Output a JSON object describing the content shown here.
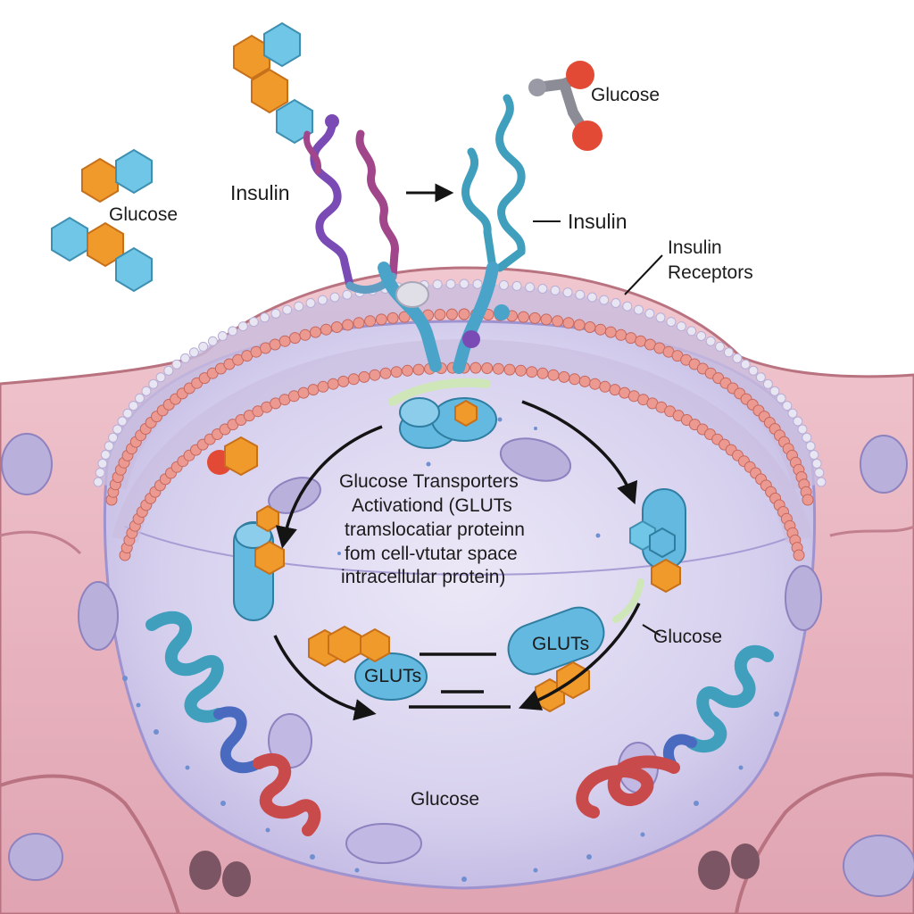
{
  "labels": {
    "glucose_top_right": "Glucose",
    "glucose_left": "Glucose",
    "insulin_left": "Insulin",
    "insulin_right": "Insulin",
    "receptors_line1": "Insulin",
    "receptors_line2": "Receptors",
    "center_line1": "Glucose Transporters",
    "center_line2": "Activationd (GLUTs",
    "center_line3": "tramslocatiar proteinn",
    "center_line4": "fom cell-vtutar space",
    "center_line5": "intracellular protein)",
    "gluts_right": "GLUTs",
    "gluts_left": "GLUTs",
    "glucose_right_mid": "Glucose",
    "glucose_bottom": "Glucose"
  },
  "colors": {
    "background": "#ffffff",
    "tissue": "#e8b3bf",
    "tissue_edge": "#b9727f",
    "cytoplasm": "#d9d4ef",
    "lipid_head": "#ec9a91",
    "lipid_tail": "#c9bddf",
    "helix_blue": "#3f9fbd",
    "helix_purple": "#7b4bb5",
    "helix_magenta": "#a1468a",
    "helix_red": "#c94a4a",
    "hex_orange": "#f09a2c",
    "hex_cyan": "#6fc6e6",
    "glut_blue": "#63b9df",
    "arrow": "#141414"
  }
}
